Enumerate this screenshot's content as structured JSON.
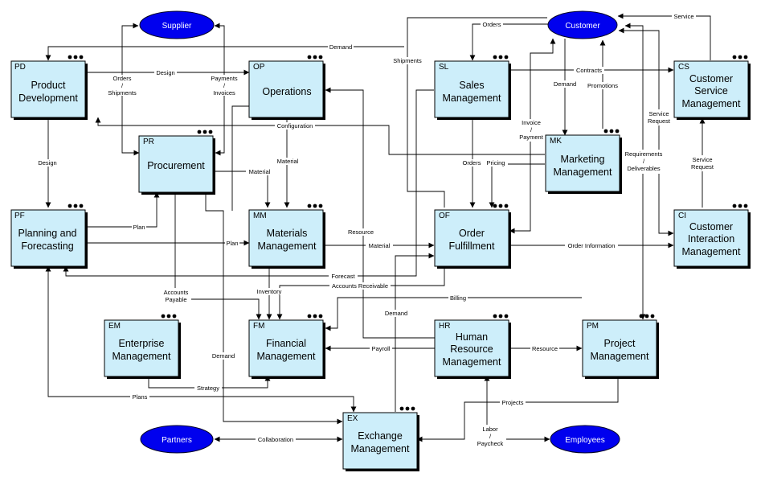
{
  "actors": {
    "supplier": "Supplier",
    "customer": "Customer",
    "partners": "Partners",
    "employees": "Employees"
  },
  "modules": {
    "pd": {
      "code": "PD",
      "line1": "Product",
      "line2": "Development"
    },
    "op": {
      "code": "OP",
      "line1": "Operations"
    },
    "sl": {
      "code": "SL",
      "line1": "Sales",
      "line2": "Management"
    },
    "cs": {
      "code": "CS",
      "line1": "Customer",
      "line2": "Service",
      "line3": "Management"
    },
    "pr": {
      "code": "PR",
      "line1": "Procurement"
    },
    "mk": {
      "code": "MK",
      "line1": "Marketing",
      "line2": "Management"
    },
    "pf": {
      "code": "PF",
      "line1": "Planning and",
      "line2": "Forecasting"
    },
    "mm": {
      "code": "MM",
      "line1": "Materials",
      "line2": "Management"
    },
    "of": {
      "code": "OF",
      "line1": "Order",
      "line2": "Fulfillment"
    },
    "ci": {
      "code": "CI",
      "line1": "Customer",
      "line2": "Interaction",
      "line3": "Management"
    },
    "em": {
      "code": "EM",
      "line1": "Enterprise",
      "line2": "Management"
    },
    "fm": {
      "code": "FM",
      "line1": "Financial",
      "line2": "Management"
    },
    "hr": {
      "code": "HR",
      "line1": "Human",
      "line2": "Resource",
      "line3": "Management"
    },
    "pm": {
      "code": "PM",
      "line1": "Project",
      "line2": "Management"
    },
    "ex": {
      "code": "EX",
      "line1": "Exchange",
      "line2": "Management"
    }
  },
  "flows": {
    "demand_pd": "Demand",
    "design_top": "Design",
    "orders_shipments": [
      "Orders",
      "/",
      "Shipments"
    ],
    "payments_invoices": [
      "Payments",
      "/",
      "Invoices"
    ],
    "shipments": "Shipments",
    "orders_top": "Orders",
    "service": "Service",
    "contracts": "Contracts",
    "demand_mk": "Demand",
    "promotions": "Promotions",
    "invoice_payment": [
      "Invoice",
      "/",
      "Payment"
    ],
    "service_request_top": [
      "Service",
      "Request"
    ],
    "configuration": "Configuration",
    "design_left": "Design",
    "material_pr": "Material",
    "material_op": "Material",
    "orders_sl": "Orders",
    "pricing": "Pricing",
    "requirements_deliverables": [
      "Requirements",
      "/",
      "Deliverables"
    ],
    "service_request_ci": [
      "Service",
      "Request"
    ],
    "plan_pr": "Plan",
    "plan_mm": "Plan",
    "resource_top": "Resource",
    "material_of": "Material",
    "order_information": "Order Information",
    "forecast": "Forecast",
    "accounts_receivable": "Accounts Receivable",
    "accounts_payable": [
      "Accounts",
      "Payable"
    ],
    "inventory": "Inventory",
    "demand_ex": "Demand",
    "billing": "Billing",
    "demand_pr": "Demand",
    "payroll": "Payroll",
    "resource_pm": "Resource",
    "strategy": "Strategy",
    "plans": "Plans",
    "projects": "Projects",
    "collaboration": "Collaboration",
    "labor_paycheck": [
      "Labor",
      "/",
      "Paycheck"
    ]
  }
}
